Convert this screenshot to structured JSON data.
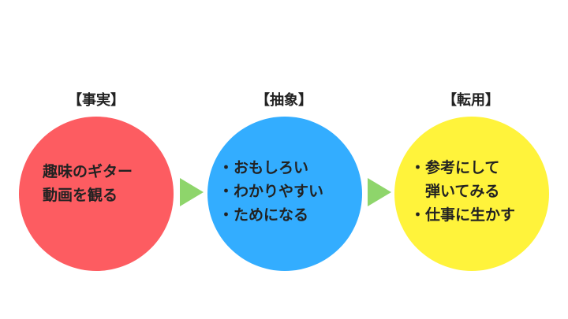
{
  "colors": {
    "fact": "#fd5c61",
    "abstract": "#33adff",
    "apply": "#fff33b",
    "arrow": "#8ed56b"
  },
  "stages": [
    {
      "label": "【事実】",
      "lines": [
        "趣味のギター",
        "動画を観る"
      ]
    },
    {
      "label": "【抽象】",
      "lines": [
        "・おもしろい",
        "・わかりやすい",
        "・ためになる"
      ]
    },
    {
      "label": "【転用】",
      "lines": [
        "・参考にして",
        "　弾いてみる",
        "・仕事に生かす"
      ]
    }
  ]
}
